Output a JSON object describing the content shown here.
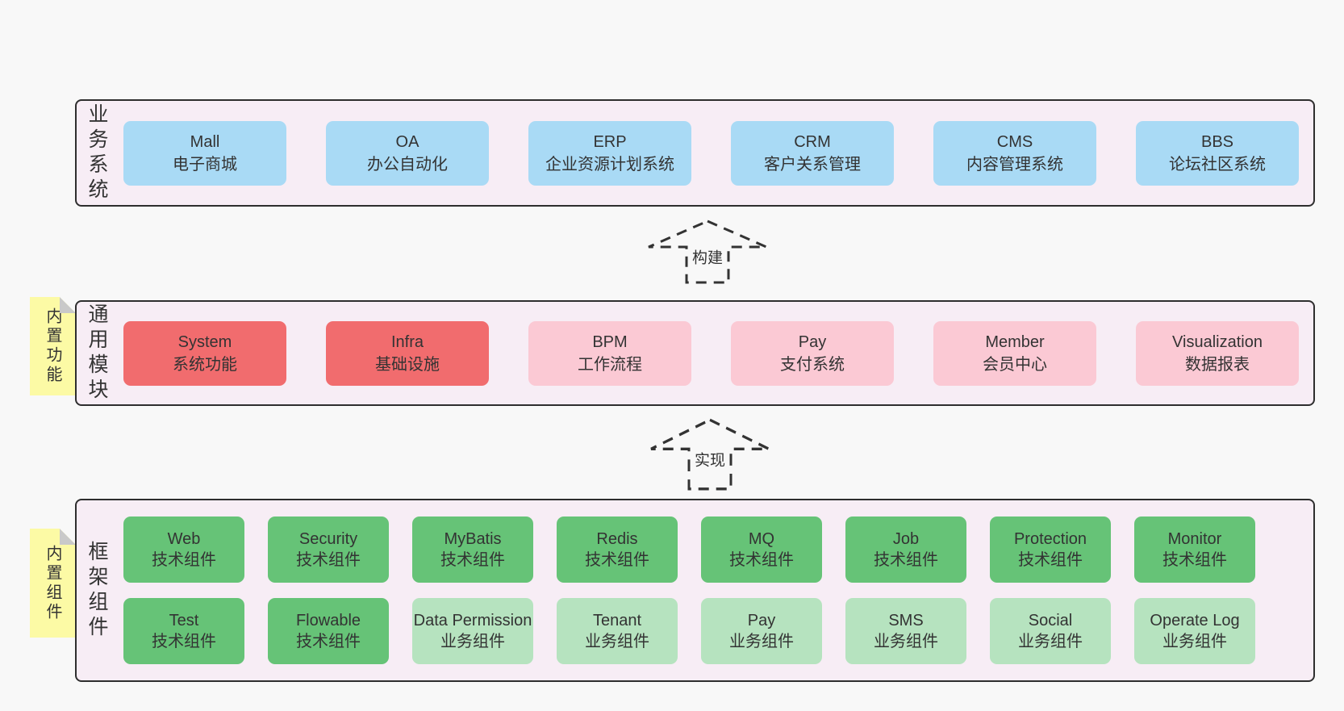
{
  "colors": {
    "page_bg": "#f8f8f8",
    "band_bg": "#f7edf5",
    "band_border": "#2e2e2e",
    "blue_box": "#a9daf5",
    "red_box": "#f16c6e",
    "pink_box": "#fbc9d4",
    "green_box": "#66c377",
    "light_green_box": "#b6e3bf",
    "sticky_yellow": "#fcfaa5",
    "sticky_fold": "#c9c9c9",
    "text": "#333333"
  },
  "arrows": [
    {
      "label": "构建"
    },
    {
      "label": "实现"
    }
  ],
  "bands": [
    {
      "side_label": "业务系统",
      "boxes": [
        {
          "en": "Mall",
          "zh": "电子商城"
        },
        {
          "en": "OA",
          "zh": "办公自动化"
        },
        {
          "en": "ERP",
          "zh": "企业资源计划系统"
        },
        {
          "en": "CRM",
          "zh": "客户关系管理"
        },
        {
          "en": "CMS",
          "zh": "内容管理系统"
        },
        {
          "en": "BBS",
          "zh": "论坛社区系统"
        }
      ]
    },
    {
      "side_label": "通用模块",
      "sticky": "内置功能",
      "boxes": [
        {
          "en": "System",
          "zh": "系统功能"
        },
        {
          "en": "Infra",
          "zh": "基础设施"
        },
        {
          "en": "BPM",
          "zh": "工作流程"
        },
        {
          "en": "Pay",
          "zh": "支付系统"
        },
        {
          "en": "Member",
          "zh": "会员中心"
        },
        {
          "en": "Visualization",
          "zh": "数据报表"
        }
      ]
    },
    {
      "side_label": "框架组件",
      "sticky": "内置组件",
      "rows": [
        [
          {
            "en": "Web",
            "zh": "技术组件"
          },
          {
            "en": "Security",
            "zh": "技术组件"
          },
          {
            "en": "MyBatis",
            "zh": "技术组件"
          },
          {
            "en": "Redis",
            "zh": "技术组件"
          },
          {
            "en": "MQ",
            "zh": "技术组件"
          },
          {
            "en": "Job",
            "zh": "技术组件"
          },
          {
            "en": "Protection",
            "zh": "技术组件"
          },
          {
            "en": "Monitor",
            "zh": "技术组件"
          }
        ],
        [
          {
            "en": "Test",
            "zh": "技术组件"
          },
          {
            "en": "Flowable",
            "zh": "技术组件"
          },
          {
            "en": "Data Permission",
            "zh": "业务组件"
          },
          {
            "en": "Tenant",
            "zh": "业务组件"
          },
          {
            "en": "Pay",
            "zh": "业务组件"
          },
          {
            "en": "SMS",
            "zh": "业务组件"
          },
          {
            "en": "Social",
            "zh": "业务组件"
          },
          {
            "en": "Operate Log",
            "zh": "业务组件"
          }
        ]
      ]
    }
  ]
}
